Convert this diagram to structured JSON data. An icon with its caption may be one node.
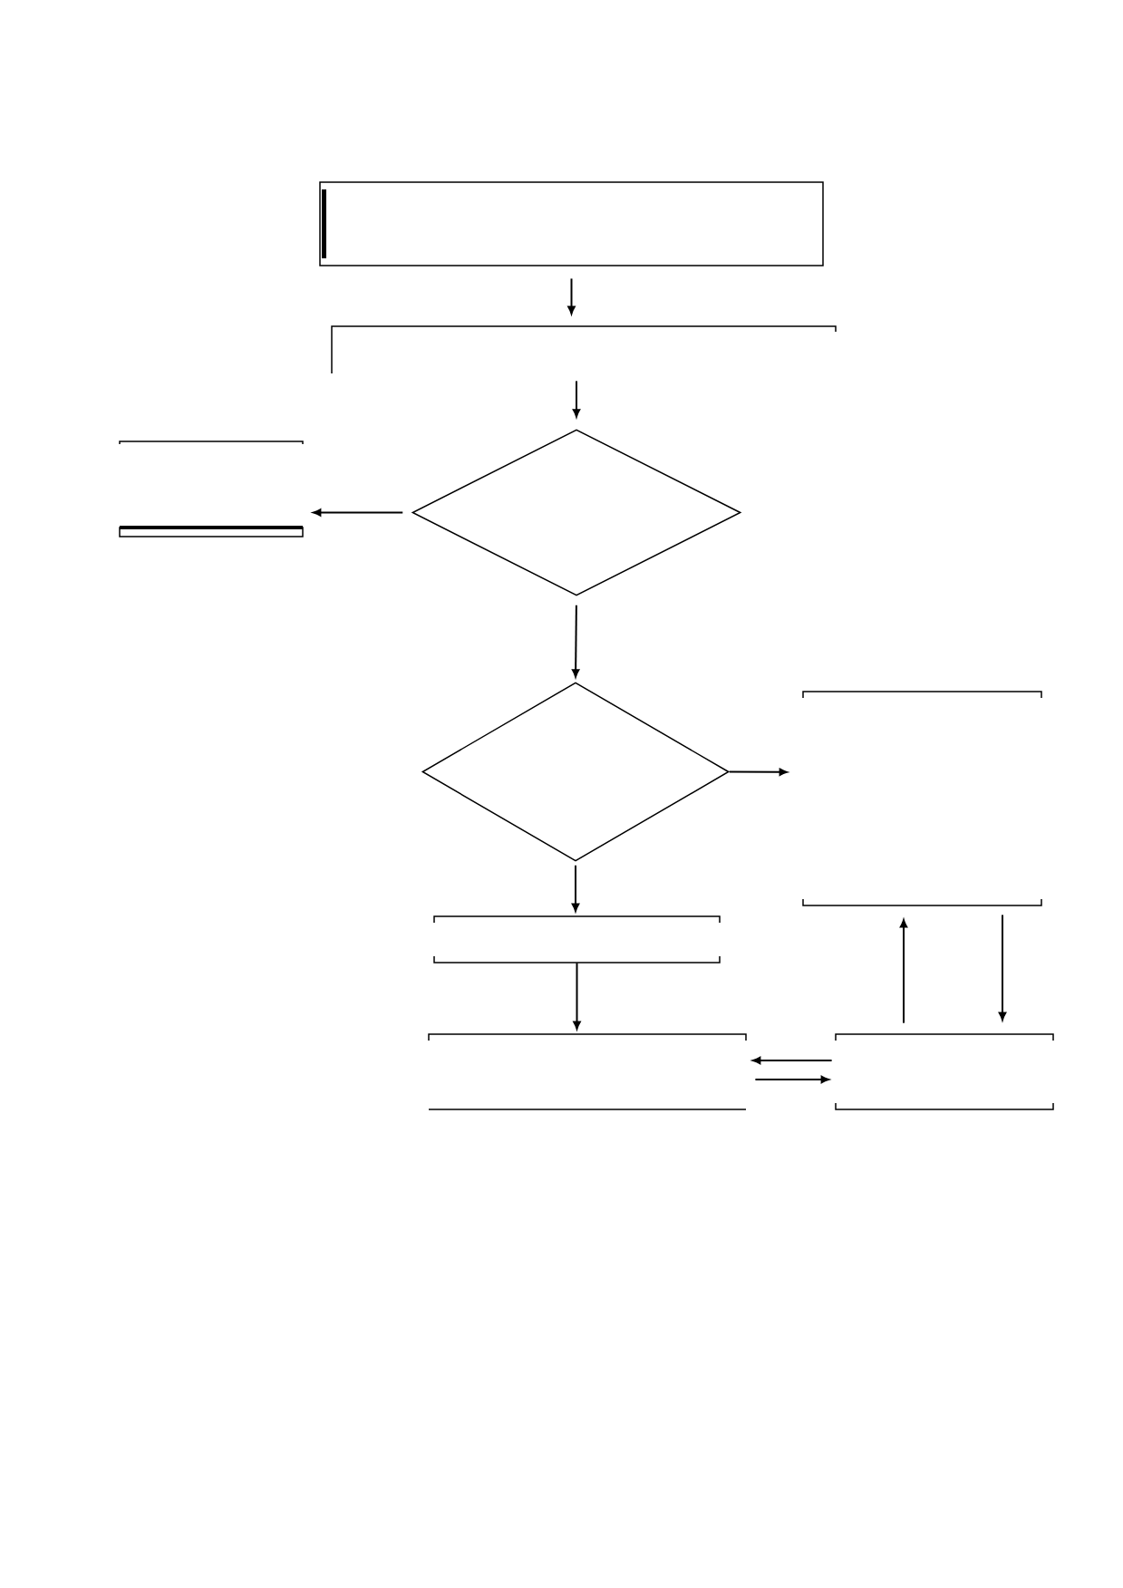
{
  "diagram": {
    "nodes": [
      {
        "text": [],
        "shape": "box"
      },
      {
        "text": [],
        "shape": "box"
      },
      {
        "text": [],
        "shape": "diamond"
      },
      {
        "text": [],
        "shape": "box"
      },
      {
        "text": [],
        "shape": "diamond"
      },
      {
        "text": [],
        "shape": "box"
      },
      {
        "text": [],
        "shape": "box"
      },
      {
        "text": [],
        "shape": "box"
      },
      {
        "text": [],
        "shape": "box"
      }
    ],
    "edges": [
      {
        "from": 0,
        "to": 1,
        "arrow": "to"
      },
      {
        "from": 1,
        "to": 2,
        "arrow": "to"
      },
      {
        "from": 2,
        "to": 3,
        "arrow": "to"
      },
      {
        "from": 2,
        "to": 4,
        "arrow": "to"
      },
      {
        "from": 4,
        "to": 5,
        "arrow": "to"
      },
      {
        "from": 4,
        "to": 6,
        "arrow": "to"
      },
      {
        "from": 6,
        "to": 7,
        "arrow": "to"
      },
      {
        "from": 8,
        "to": 7,
        "arrow": "to"
      },
      {
        "from": 7,
        "to": 8,
        "arrow": "to"
      },
      {
        "from": 8,
        "to": 5,
        "arrow": "to"
      },
      {
        "from": 5,
        "to": 8,
        "arrow": "to"
      }
    ]
  }
}
